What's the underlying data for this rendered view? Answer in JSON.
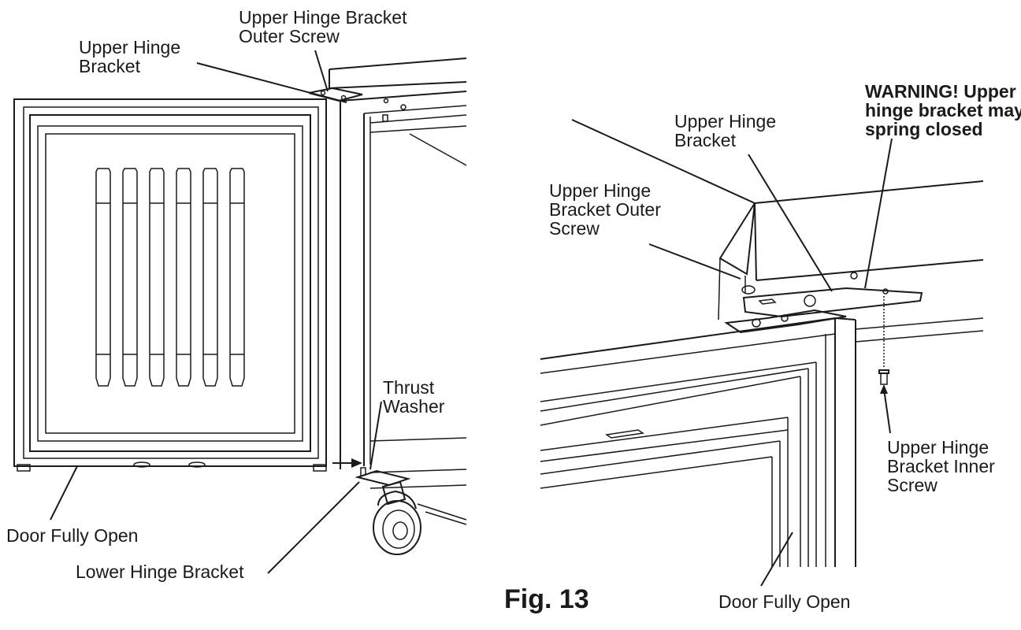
{
  "left_view": {
    "upper_hinge_bracket": [
      "Upper Hinge",
      "Bracket"
    ],
    "upper_hinge_bracket_outer_screw": [
      "Upper Hinge Bracket",
      "Outer Screw"
    ],
    "thrust_washer": [
      "Thrust",
      "Washer"
    ],
    "door_fully_open": "Door Fully Open",
    "lower_hinge_bracket": "Lower Hinge Bracket"
  },
  "right_view": {
    "warning": [
      "WARNING! Upper",
      "hinge bracket may",
      "spring closed"
    ],
    "upper_hinge_bracket": [
      "Upper Hinge",
      "Bracket"
    ],
    "upper_hinge_bracket_outer_screw": [
      "Upper Hinge",
      "Bracket Outer",
      "Screw"
    ],
    "upper_hinge_bracket_inner_screw": [
      "Upper Hinge",
      "Bracket Inner",
      "Screw"
    ],
    "door_fully_open": "Door Fully Open"
  },
  "figure_label": "Fig. 13"
}
